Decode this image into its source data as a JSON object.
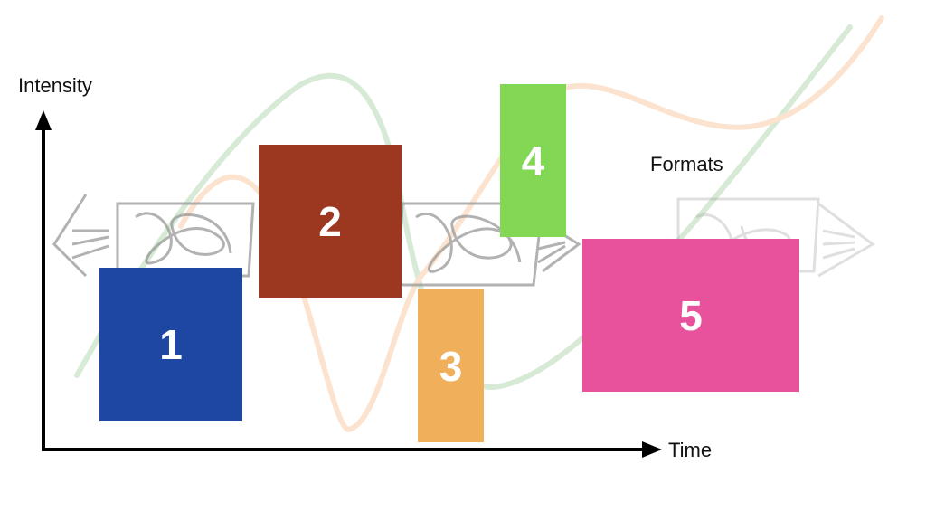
{
  "axes": {
    "y_label": "Intensity",
    "x_label": "Time"
  },
  "formats_label": "Formats",
  "blocks": [
    {
      "label": "1",
      "color": "#1d47a2"
    },
    {
      "label": "2",
      "color": "#9c3820"
    },
    {
      "label": "3",
      "color": "#f0af5b"
    },
    {
      "label": "4",
      "color": "#82d754"
    },
    {
      "label": "5",
      "color": "#e8529c"
    }
  ],
  "background": {
    "green_curve_color": "#8cc68c",
    "orange_curve_color": "#f5b27a",
    "sketch_color": "#999999"
  }
}
